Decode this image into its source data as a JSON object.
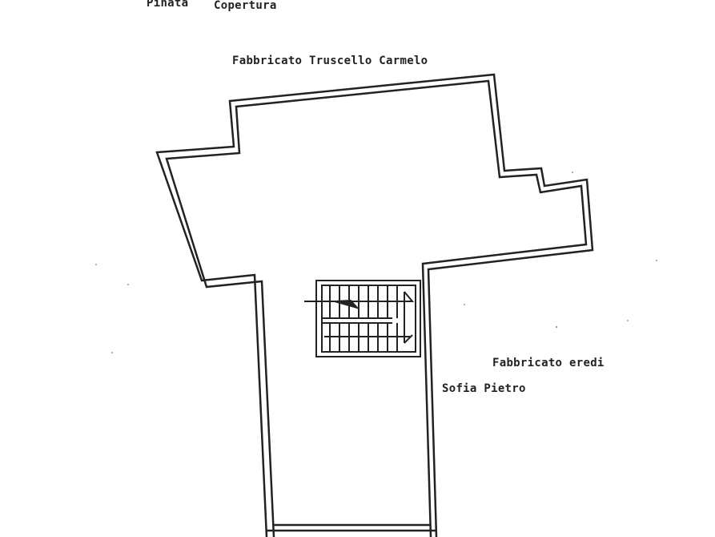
{
  "header": {
    "left": "Pinata",
    "right": "Copertura"
  },
  "labels": {
    "north": "Fabbricato Truscello Carmelo",
    "east_line1": "Fabbricato eredi",
    "east_line2": "Sofia Pietro"
  },
  "colors": {
    "ink": "#222222",
    "background": "#ffffff"
  }
}
